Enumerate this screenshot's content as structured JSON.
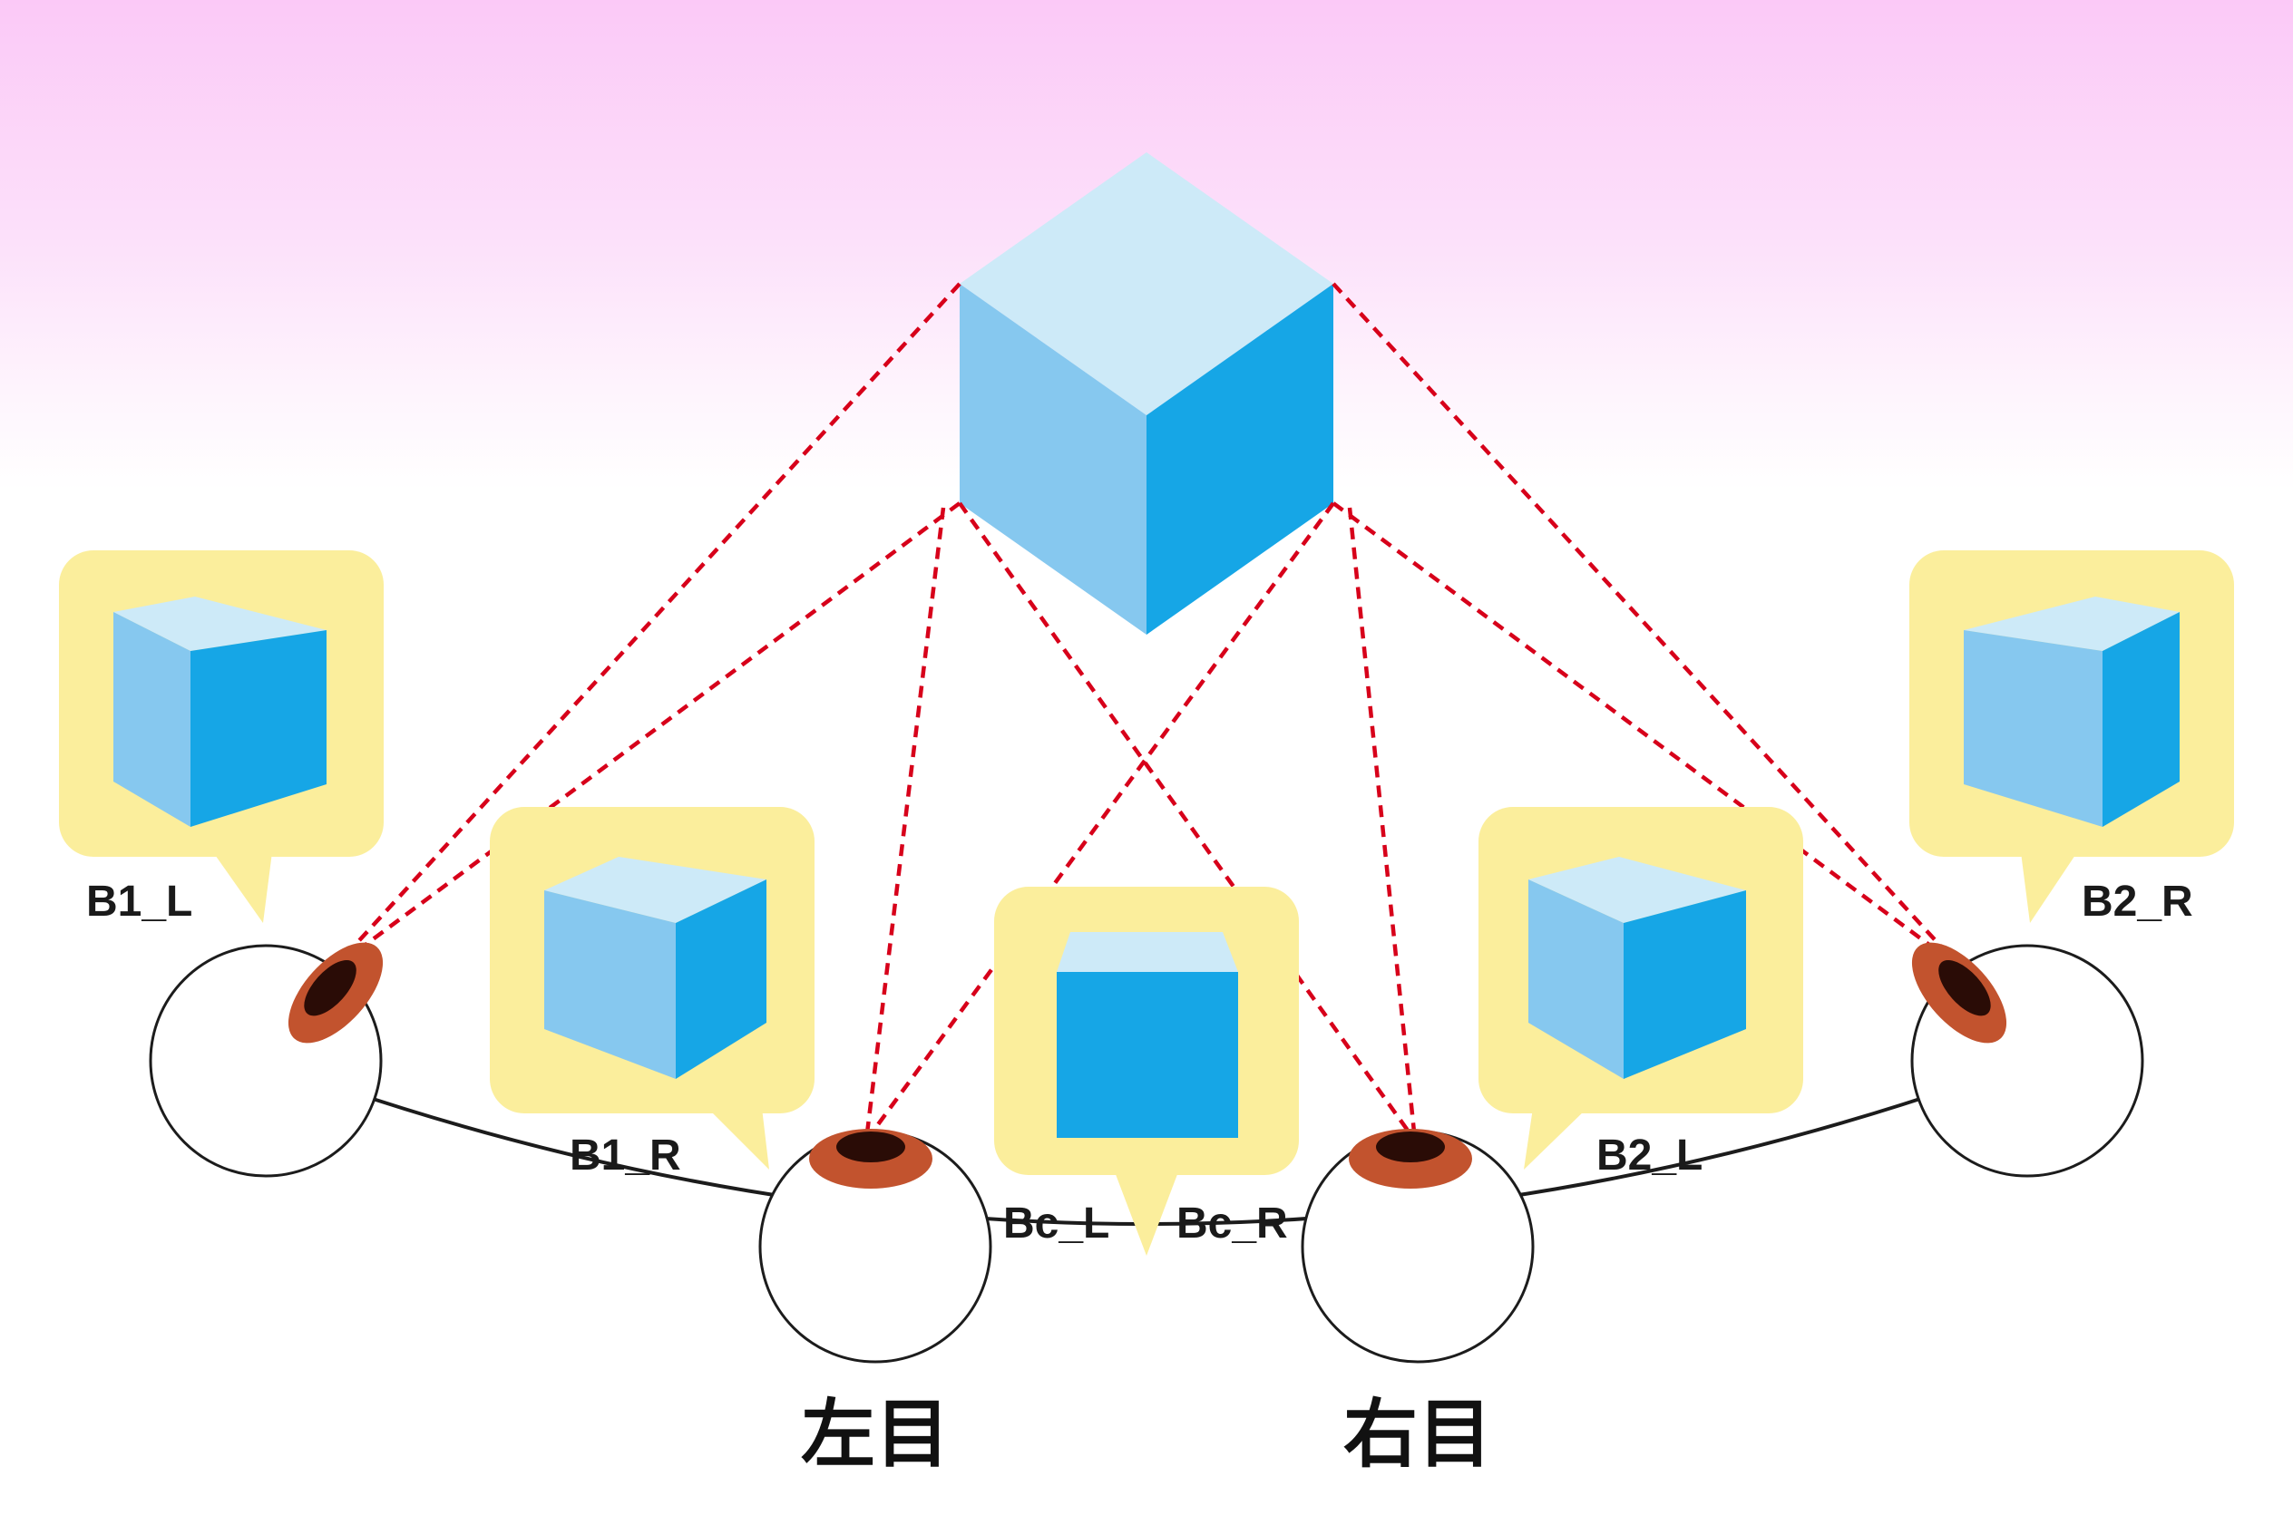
{
  "colors": {
    "cube_top": "#cdeaf8",
    "cube_left": "#86c8ef",
    "cube_right": "#16a6e6",
    "bubble": "#fbee9c",
    "sight_line": "#d7001a",
    "iris": "#c2532e",
    "pupil": "#2a0c06"
  },
  "object_label": "",
  "labels": {
    "b1_l": "B1_L",
    "b1_r": "B1_R",
    "bc_l": "Bc_L",
    "bc_r": "Bc_R",
    "b2_l": "B2_L",
    "b2_r": "B2_R"
  },
  "eye_labels": {
    "left": "左目",
    "right": "右目"
  }
}
